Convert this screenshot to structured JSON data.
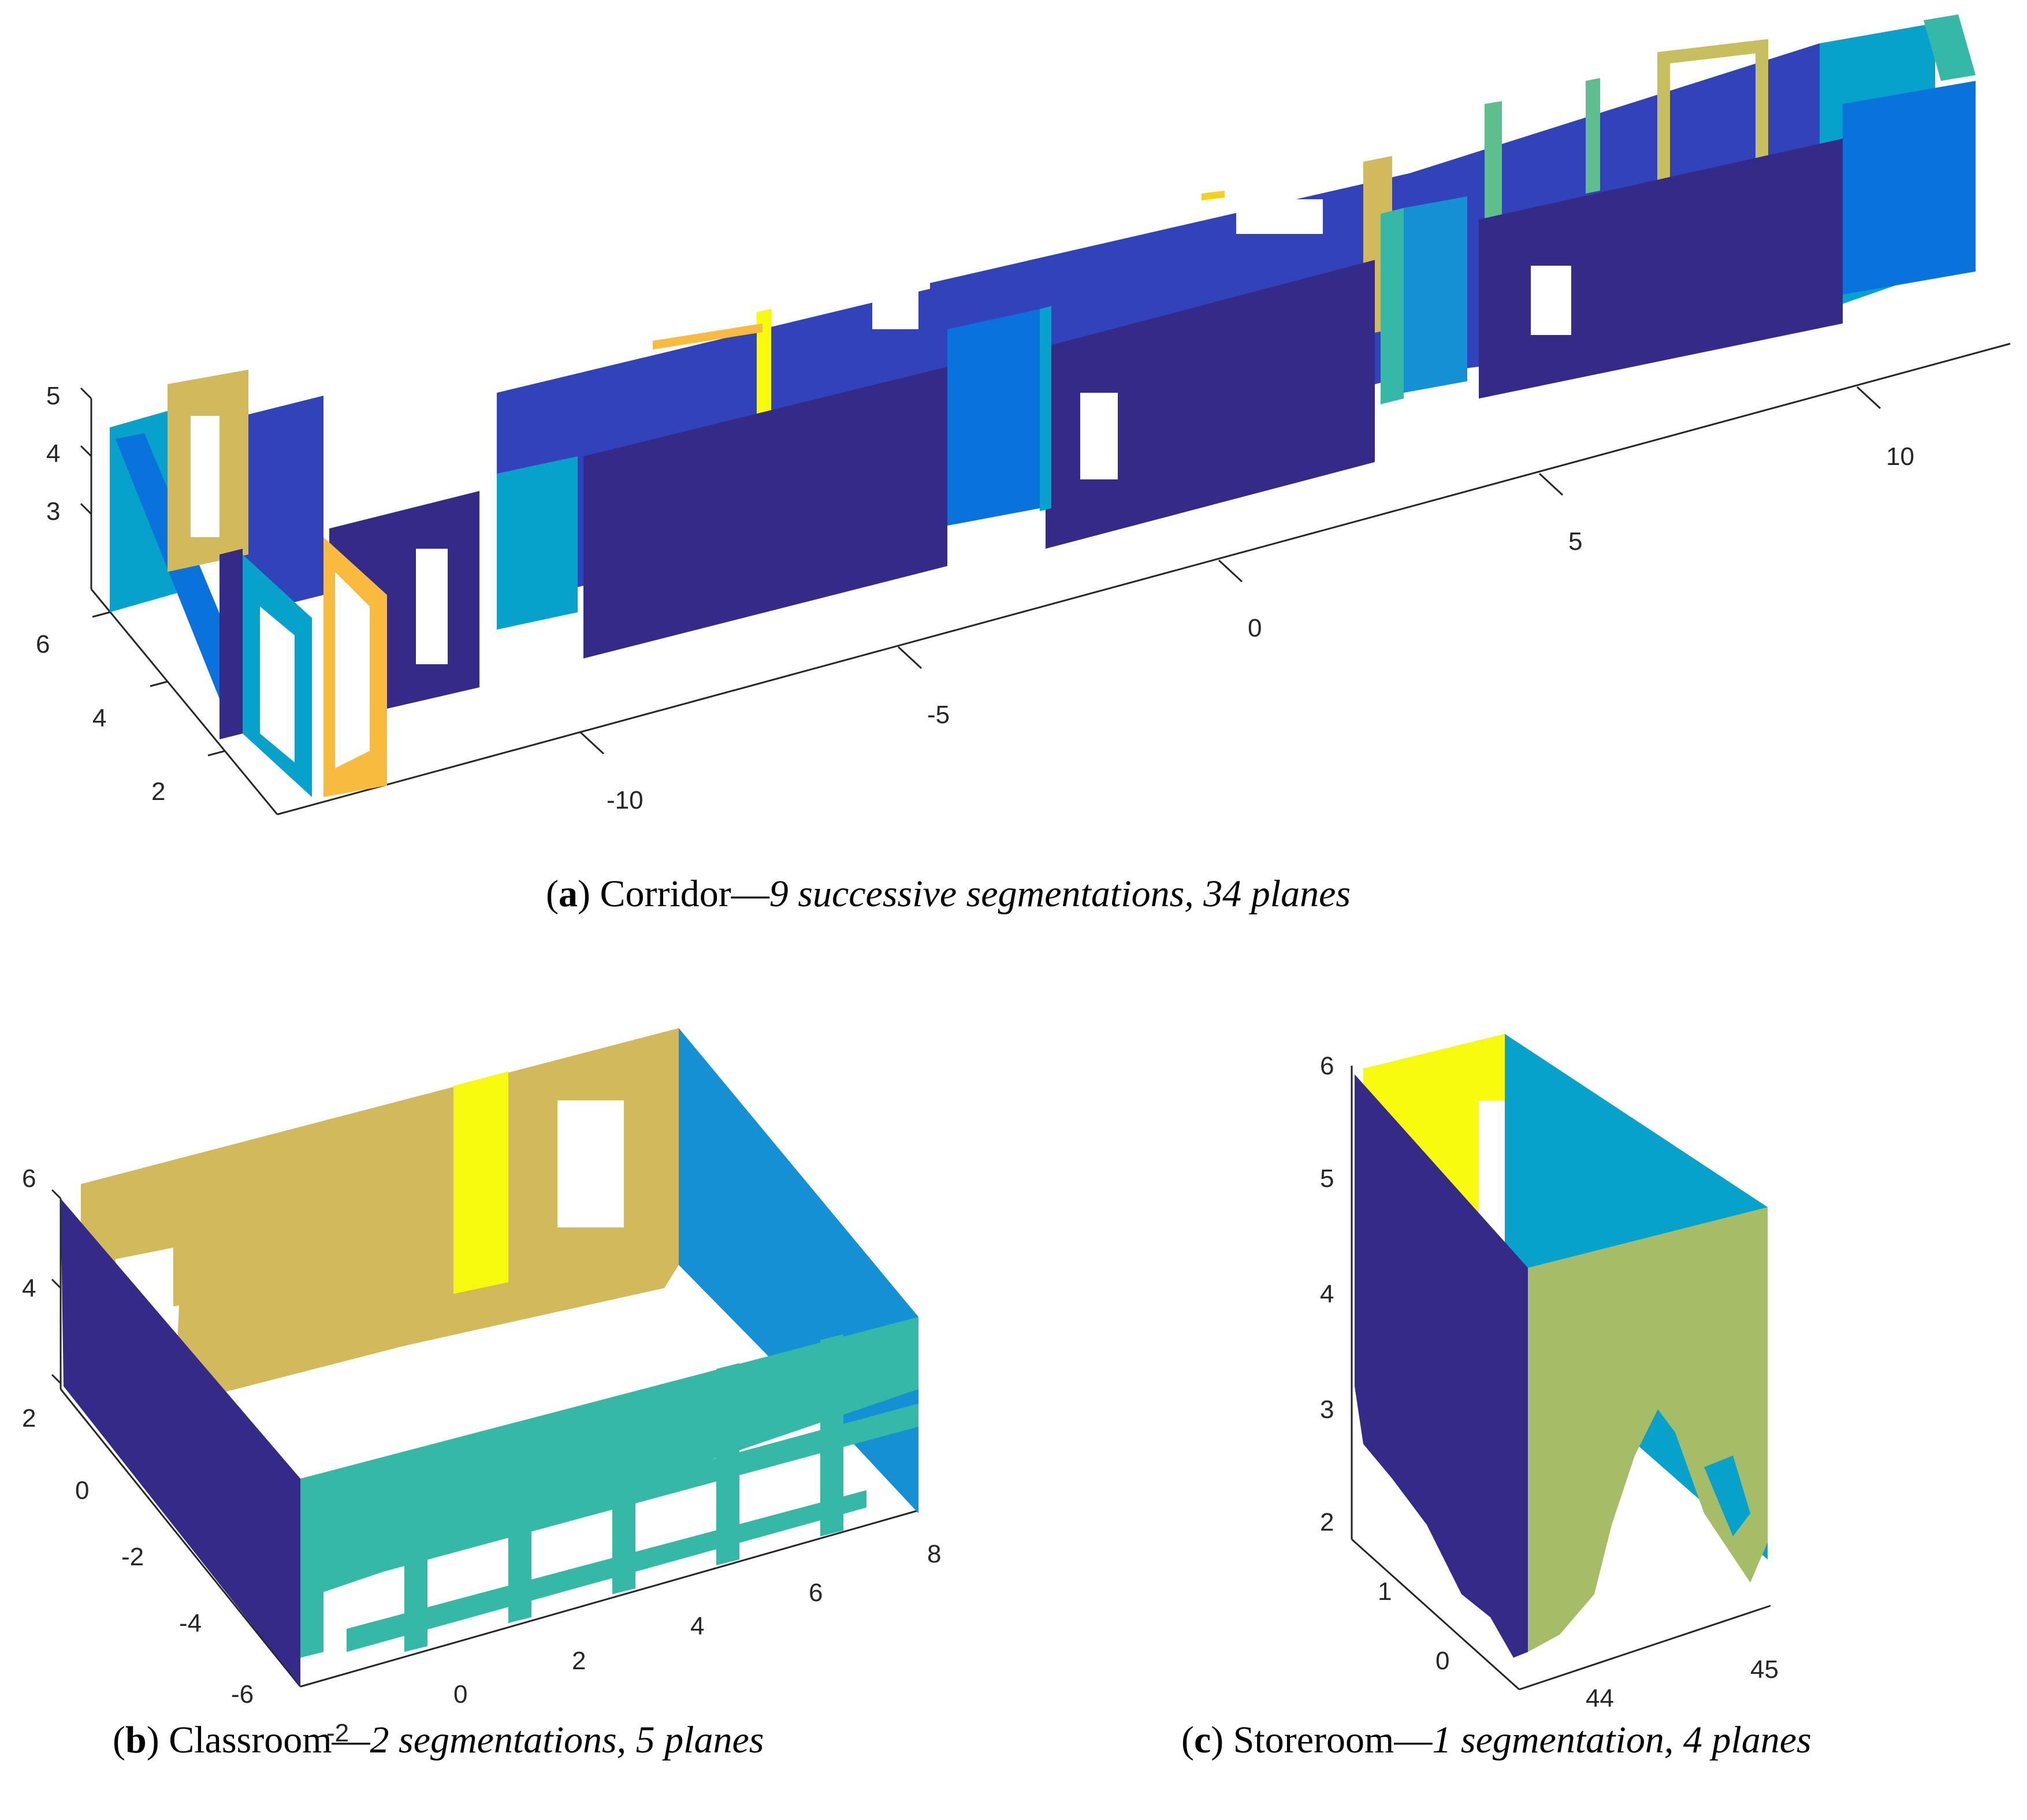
{
  "panels": {
    "a": {
      "letter": "a",
      "name": "Corridor",
      "dash": "—",
      "detail": "9 successive segmentations, 34 planes",
      "z_ticks": [
        "5",
        "4",
        "3"
      ],
      "y_ticks": [
        "6",
        "4",
        "2"
      ],
      "x_ticks": [
        "-10",
        "-5",
        "0",
        "5",
        "10"
      ]
    },
    "b": {
      "letter": "b",
      "name": "Classroom",
      "dash": "—",
      "detail": "2 segmentations, 5 planes",
      "z_ticks": [
        "6",
        "4",
        "2"
      ],
      "y_ticks": [
        "0",
        "-2",
        "-4",
        "-6"
      ],
      "x_ticks": [
        "-2",
        "0",
        "2",
        "4",
        "6",
        "8"
      ]
    },
    "c": {
      "letter": "c",
      "name": "Storeroom",
      "dash": "—",
      "detail": "1 segmentation, 4 planes",
      "z_ticks": [
        "6",
        "5",
        "4",
        "3",
        "2"
      ],
      "y_ticks": [
        "1",
        "0"
      ],
      "x_ticks": [
        "44",
        "45"
      ]
    }
  },
  "colors": {
    "dark_navy": "#352a87",
    "royal_blue": "#3242bb",
    "azure": "#0a72dd",
    "sky_blue": "#1490d4",
    "cerulean": "#06a2cc",
    "teal": "#35b8a6",
    "sage": "#a5bd66",
    "khaki": "#d1b95c",
    "orange": "#f9bb3e",
    "yellow": "#f8fa0d"
  }
}
